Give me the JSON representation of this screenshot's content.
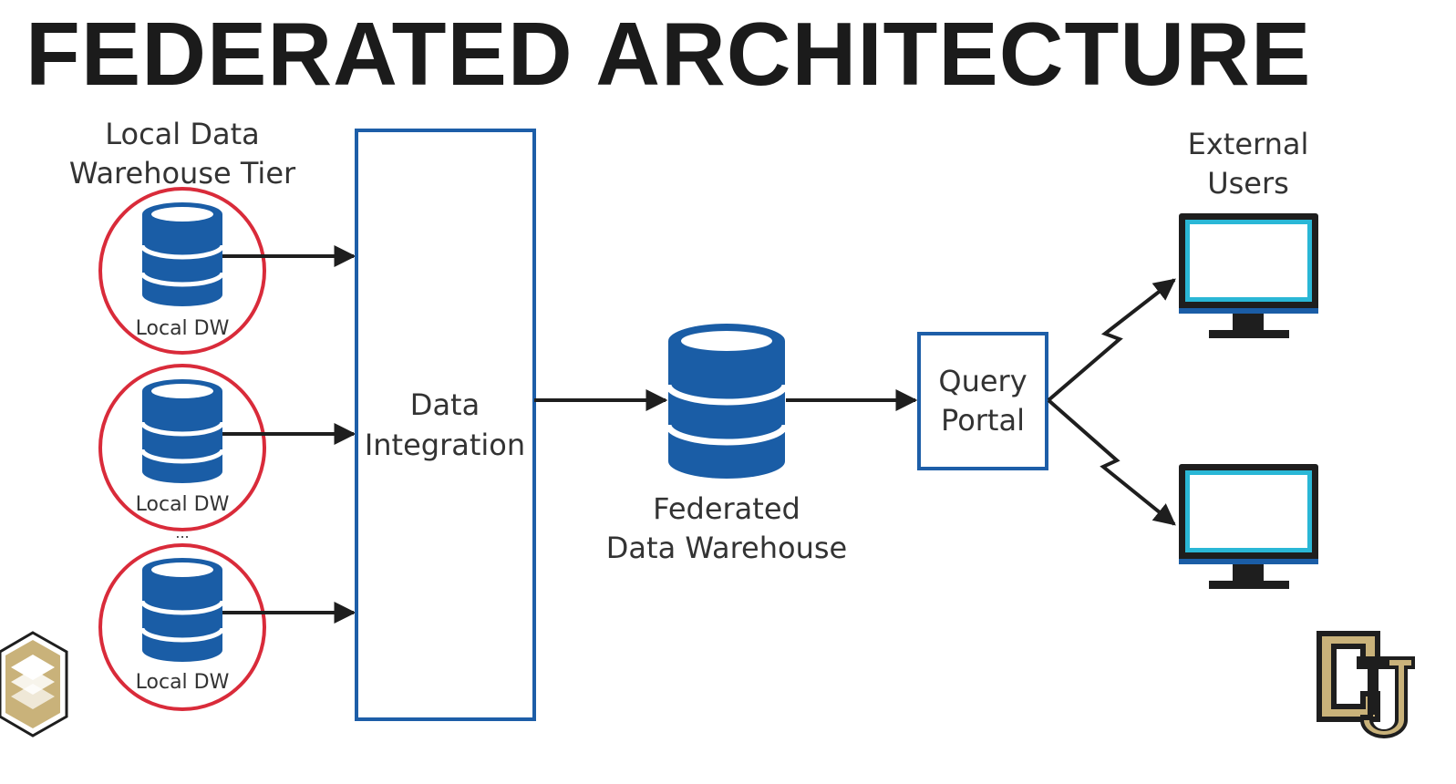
{
  "title": "FEDERATED ARCHITECTURE",
  "local_tier": {
    "heading_lines": [
      "Local Data",
      "Warehouse Tier"
    ],
    "items": [
      {
        "label": "Local DW"
      },
      {
        "label": "Local DW"
      },
      {
        "label": "Local DW"
      }
    ],
    "ellipsis": "..."
  },
  "integration": {
    "label_lines": [
      "Data",
      "Integration"
    ]
  },
  "federated_dw": {
    "label_lines": [
      "Federated",
      "Data Warehouse"
    ]
  },
  "query_portal": {
    "label_lines": [
      "Query",
      "Portal"
    ]
  },
  "external_users": {
    "heading_lines": [
      "External",
      "Users"
    ],
    "monitor_count": 2
  },
  "colors": {
    "database_blue": "#1a5da6",
    "box_border_blue": "#1d5ea8",
    "local_circle_red": "#d92b3a",
    "arrow": "#1e1e1e",
    "screen_cyan": "#2ab7d6",
    "logo_gold": "#c9b27a",
    "title": "#1b1b1b"
  }
}
